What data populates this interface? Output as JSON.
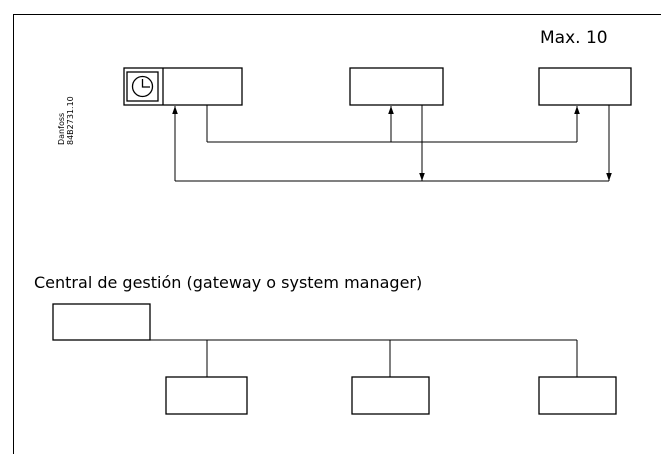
{
  "diagram": {
    "max_label": "Max. 10",
    "vendor_code_line1": "Danfoss",
    "vendor_code_line2": "84B2731.10",
    "central_label": "Central de gestión (gateway o system manager)",
    "icons": {
      "clock": "clock-icon"
    }
  }
}
